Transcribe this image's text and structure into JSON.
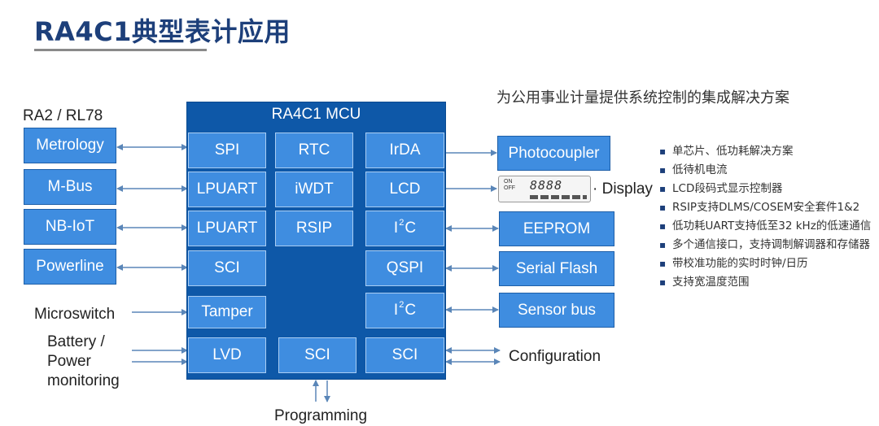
{
  "title": "RA4C1典型表计应用",
  "subtitle": "为公用事业计量提供系统控制的集成解决方案",
  "mcu_title": "RA4C1 MCU",
  "left_group_label": "RA2 / RL78",
  "blocks": {
    "spi": "SPI",
    "rtc": "RTC",
    "irda": "IrDA",
    "lpuart1": "LPUART",
    "iwdt": "iWDT",
    "lcd": "LCD",
    "lpuart2": "LPUART",
    "rsip": "RSIP",
    "i2c1_pre": "I",
    "i2c1_sup": "2",
    "i2c1_post": "C",
    "sci1": "SCI",
    "qspi": "QSPI",
    "tamper": "Tamper",
    "i2c2_pre": "I",
    "i2c2_sup": "2",
    "i2c2_post": "C",
    "lvd": "LVD",
    "sci2": "SCI",
    "sci3": "SCI"
  },
  "left_boxes": [
    "Metrology",
    "M-Bus",
    "NB-IoT",
    "Powerline"
  ],
  "left_labels": {
    "microswitch": "Microswitch",
    "battery": "Battery /\nPower\nmonitoring"
  },
  "right_boxes": {
    "photocoupler": "Photocoupler",
    "eeprom": "EEPROM",
    "serial_flash": "Serial Flash",
    "sensor_bus": "Sensor bus"
  },
  "display": {
    "label": "Display",
    "onoff": "ON\nOFF",
    "digits": "8888"
  },
  "configuration": "Configuration",
  "programming": "Programming",
  "bullets": [
    "单芯片、低功耗解决方案",
    "低待机电流",
    "LCD段码式显示控制器",
    "RSIP支持DLMS/COSEM安全套件1&2",
    "低功耗UART支持低至32 kHz的低速通信",
    "多个通信接口，支持调制解调器和存储器",
    "带校准功能的实时时钟/日历",
    "支持宽温度范围"
  ],
  "colors": {
    "mcu": "#0e58a8",
    "block": "#3f8de0",
    "title": "#1d3f7a",
    "arrow": "#5a86b8"
  }
}
